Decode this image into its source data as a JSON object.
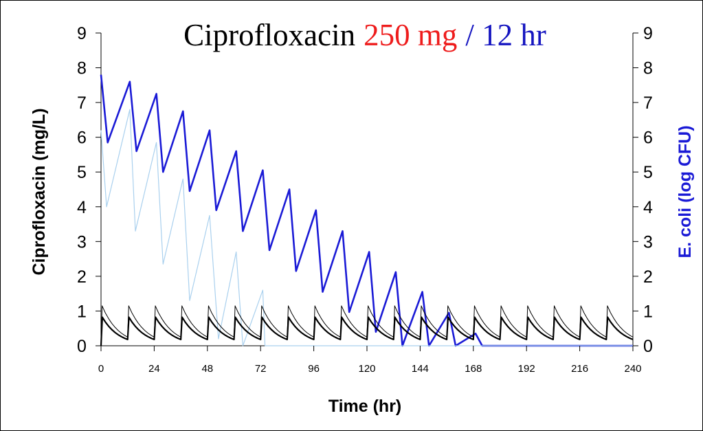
{
  "chart_data": {
    "type": "line",
    "title_parts": [
      {
        "text": "Ciprofloxacin",
        "color": "#000000"
      },
      {
        "text": "250 mg",
        "color": "#ee1c1c"
      },
      {
        "text": "/ 12 hr",
        "color": "#1515c0"
      }
    ],
    "xlabel": "Time (hr)",
    "ylabel_left": "Ciprofloxacin (mg/L)",
    "ylabel_right": "E. coli (log CFU)",
    "xlim": [
      0,
      240
    ],
    "ylim": [
      0,
      9
    ],
    "x_ticks": [
      0,
      24,
      48,
      72,
      96,
      120,
      144,
      168,
      192,
      216,
      240
    ],
    "y_ticks": [
      0,
      1,
      2,
      3,
      4,
      5,
      6,
      7,
      8,
      9
    ],
    "colors": {
      "bacteria_main": "#1a1ad6",
      "bacteria_light": "#a9d0ee",
      "drug": "#000000",
      "right_axis_label": "#1a1ad6"
    },
    "series": [
      {
        "axis": "right",
        "x": [
          0,
          3,
          13,
          16,
          25,
          28,
          37,
          40,
          49,
          52,
          61,
          64,
          73,
          76,
          85,
          88,
          97,
          100,
          109,
          112,
          121,
          124,
          133,
          136,
          145,
          148,
          157,
          160,
          169,
          172,
          240
        ],
        "values": [
          7.8,
          5.85,
          7.6,
          5.6,
          7.25,
          5.0,
          6.75,
          4.45,
          6.2,
          3.9,
          5.6,
          3.3,
          5.05,
          2.75,
          4.5,
          2.15,
          3.9,
          1.55,
          3.3,
          0.97,
          2.7,
          0.4,
          2.12,
          0.0,
          1.55,
          0.0,
          0.95,
          0.0,
          0.35,
          0.0,
          0.0
        ]
      },
      {
        "axis": "right",
        "x": [
          0,
          2.5,
          13,
          15.5,
          25,
          28,
          37,
          40,
          49,
          53,
          61,
          64,
          73,
          74,
          240
        ],
        "values": [
          6.2,
          4.0,
          6.8,
          3.3,
          5.85,
          2.35,
          4.8,
          1.3,
          3.75,
          0.2,
          2.7,
          0.0,
          1.6,
          0.0,
          0.0
        ]
      },
      {
        "axis": "left",
        "dose_interval": 12,
        "doses": 20,
        "peak": 0.82,
        "trough": 0.18,
        "x_at_peak": 0.6
      },
      {
        "axis": "left",
        "dose_interval": 12,
        "doses": 20,
        "peak": 1.15,
        "trough": 0.25,
        "x_at_peak": 0.5
      }
    ]
  }
}
